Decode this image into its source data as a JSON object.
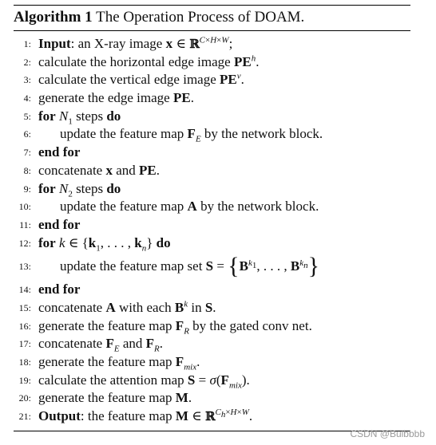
{
  "algorithm": {
    "label": "Algorithm 1",
    "title": "The Operation Process of DOAM.",
    "lines": [
      {
        "num": "1:"
      },
      {
        "num": "2:"
      },
      {
        "num": "3:"
      },
      {
        "num": "4:"
      },
      {
        "num": "5:"
      },
      {
        "num": "6:"
      },
      {
        "num": "7:"
      },
      {
        "num": "8:"
      },
      {
        "num": "9:"
      },
      {
        "num": "10:"
      },
      {
        "num": "11:"
      },
      {
        "num": "12:"
      },
      {
        "num": "13:"
      },
      {
        "num": "14:"
      },
      {
        "num": "15:"
      },
      {
        "num": "16:"
      },
      {
        "num": "17:"
      },
      {
        "num": "18:"
      },
      {
        "num": "19:"
      },
      {
        "num": "20:"
      },
      {
        "num": "21:"
      }
    ]
  },
  "watermark": "CSDN @Bulbbbb"
}
